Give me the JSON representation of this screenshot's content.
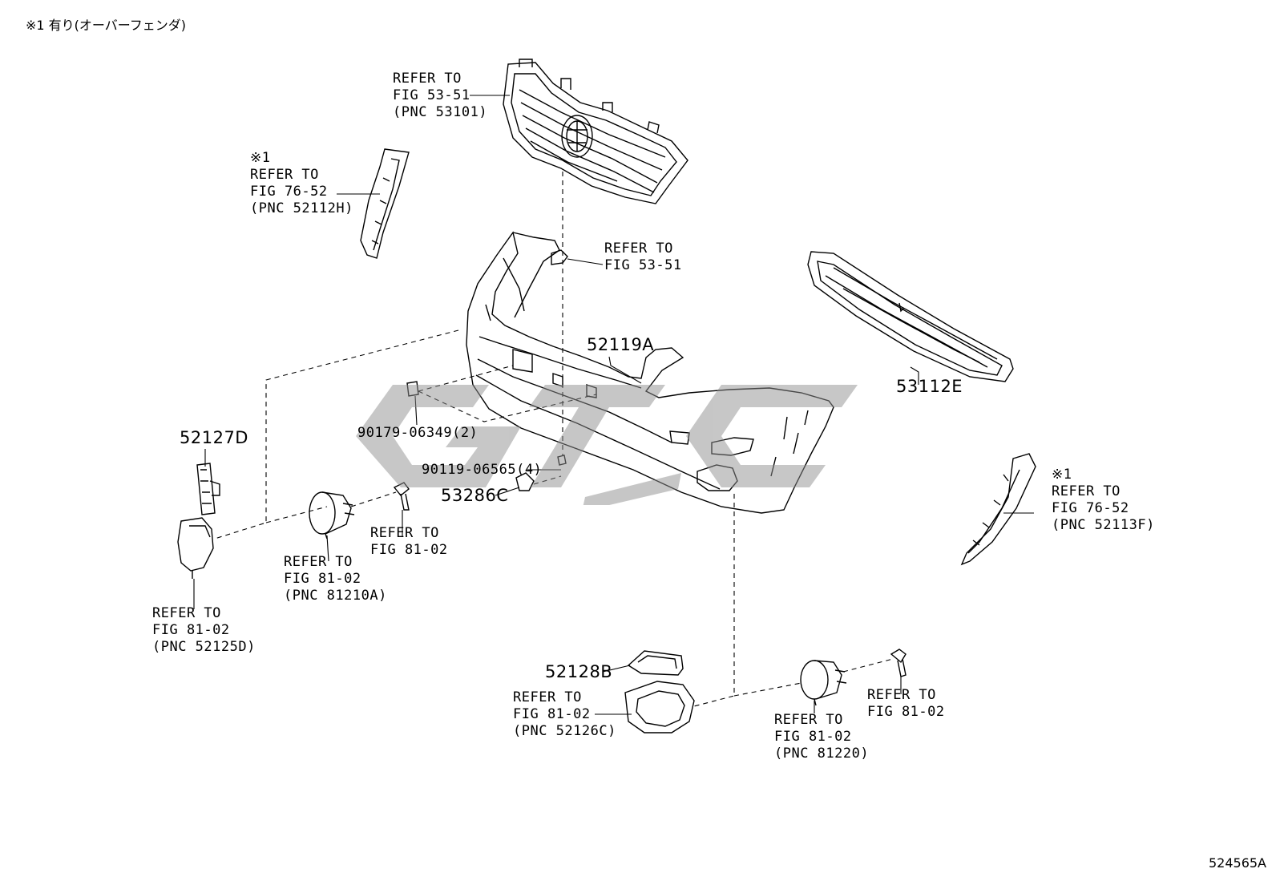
{
  "note": "※1 有り(オーバーフェンダ)",
  "diagram_code": "524565A",
  "watermark": "GTC",
  "callouts": {
    "grille": [
      "REFER TO",
      "FIG 53-51",
      "(PNC 53101)"
    ],
    "fender_left": [
      "※1",
      "REFER TO",
      "FIG 76-52",
      "(PNC 52112H)"
    ],
    "clip_top": [
      "REFER TO",
      "FIG 53-51"
    ],
    "fender_right": [
      "※1",
      "REFER TO",
      "FIG 76-52",
      "(PNC 52113F)"
    ],
    "screw_left": [
      "REFER TO",
      "FIG 81-02"
    ],
    "foglamp_left": [
      "REFER TO",
      "FIG 81-02",
      "(PNC 81210A)"
    ],
    "cover_left": [
      "REFER TO",
      "FIG 81-02",
      "(PNC 52125D)"
    ],
    "cover_right": [
      "REFER TO",
      "FIG 81-02",
      "(PNC 52126C)"
    ],
    "foglamp_right": [
      "REFER TO",
      "FIG 81-02",
      "(PNC 81220)"
    ],
    "screw_right": [
      "REFER TO",
      "FIG 81-02"
    ]
  },
  "parts": {
    "bumper": "52119A",
    "lower_grille": "53112E",
    "left_insert": "52127D",
    "clip": "90179-06349(2)",
    "screw": "90119-06565(4)",
    "cap": "53286C",
    "right_insert": "52128B"
  }
}
